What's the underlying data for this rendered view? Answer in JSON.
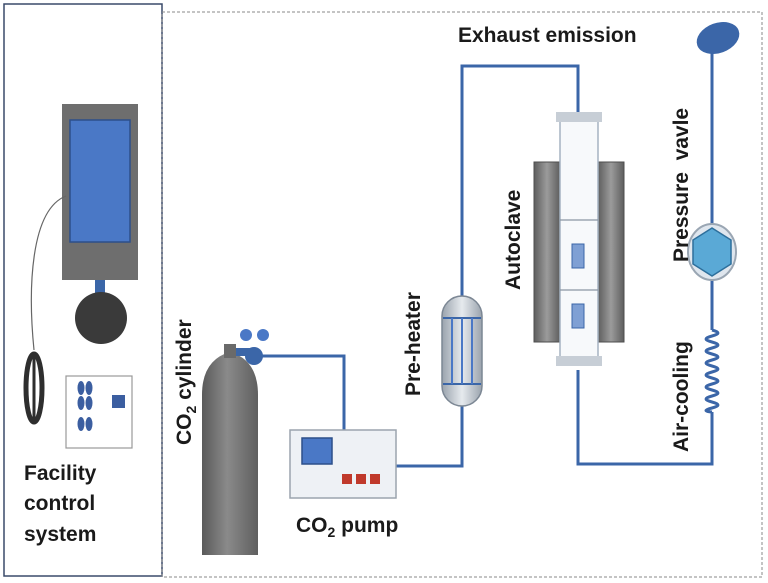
{
  "facility_panel": {
    "line1": "Facility",
    "line2": "control",
    "line3": "system"
  },
  "labels": {
    "exhaust": "Exhaust emission",
    "autoclave": "Autoclave",
    "preheater": "Pre-heater",
    "pressure_valve": "Pressure  vavle",
    "air_cooling": "Air-cooling",
    "cylinder_prefix": "CO",
    "cylinder_sub": "2",
    "cylinder_suffix": " cylinder",
    "pump_prefix": "CO",
    "pump_sub": "2",
    "pump_suffix": " pump"
  },
  "colors": {
    "pipe": "#3b66a8",
    "screen": "#4a78c6",
    "device_gray": "#6e6e6e",
    "cylinder": "#7a7a7a",
    "hexagon": "#5aa9d6",
    "pump_button": "#c0392b"
  }
}
